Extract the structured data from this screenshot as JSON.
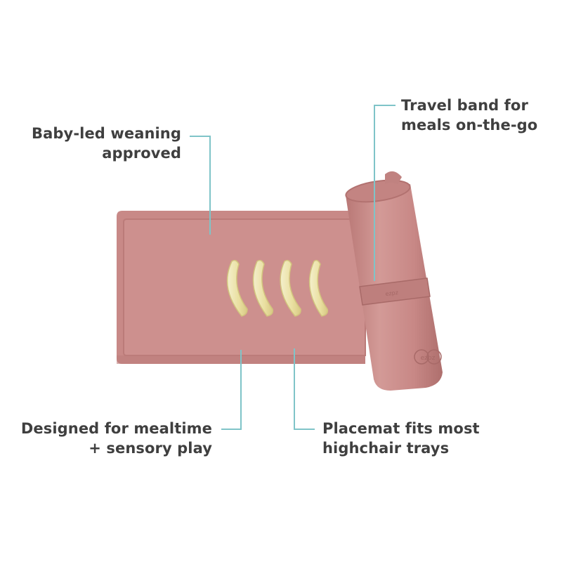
{
  "callouts": {
    "baby_led": {
      "line1": "Baby-led weaning",
      "line2": "approved"
    },
    "travel_band": {
      "line1": "Travel band for",
      "line2": "meals on-the-go"
    },
    "designed": {
      "line1": "Designed for mealtime",
      "line2": "+ sensory play"
    },
    "placemat": {
      "line1": "Placemat fits most",
      "line2": "highchair trays"
    }
  },
  "product": {
    "roll_logo": "ezpz",
    "band_text": "ezpz"
  },
  "colors": {
    "mat": "#c98a88",
    "mat_inner": "#cb8f8d",
    "mat_edge": "#b87977",
    "leader_line": "#7fc4c8",
    "text": "#3f3f3f",
    "banana": "#ebe3b2"
  }
}
